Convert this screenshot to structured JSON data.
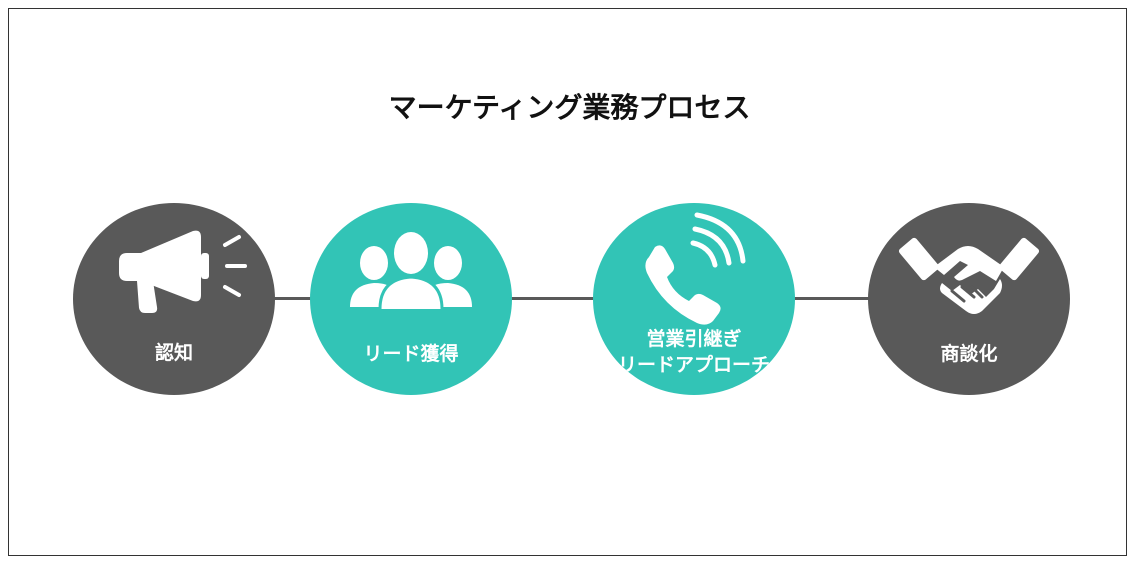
{
  "title": "マーケティング業務プロセス",
  "colors": {
    "dark": "#595959",
    "teal": "#32C4B6",
    "white": "#FFFFFF",
    "connector": "#595959"
  },
  "steps": [
    {
      "label": "認知",
      "icon": "megaphone-icon",
      "color": "#595959"
    },
    {
      "label": "リード獲得",
      "icon": "people-group-icon",
      "color": "#32C4B6"
    },
    {
      "label_line1": "営業引継ぎ",
      "label_line2": "リードアプローチ",
      "icon": "phone-ringing-icon",
      "color": "#32C4B6"
    },
    {
      "label": "商談化",
      "icon": "handshake-icon",
      "color": "#595959"
    }
  ]
}
